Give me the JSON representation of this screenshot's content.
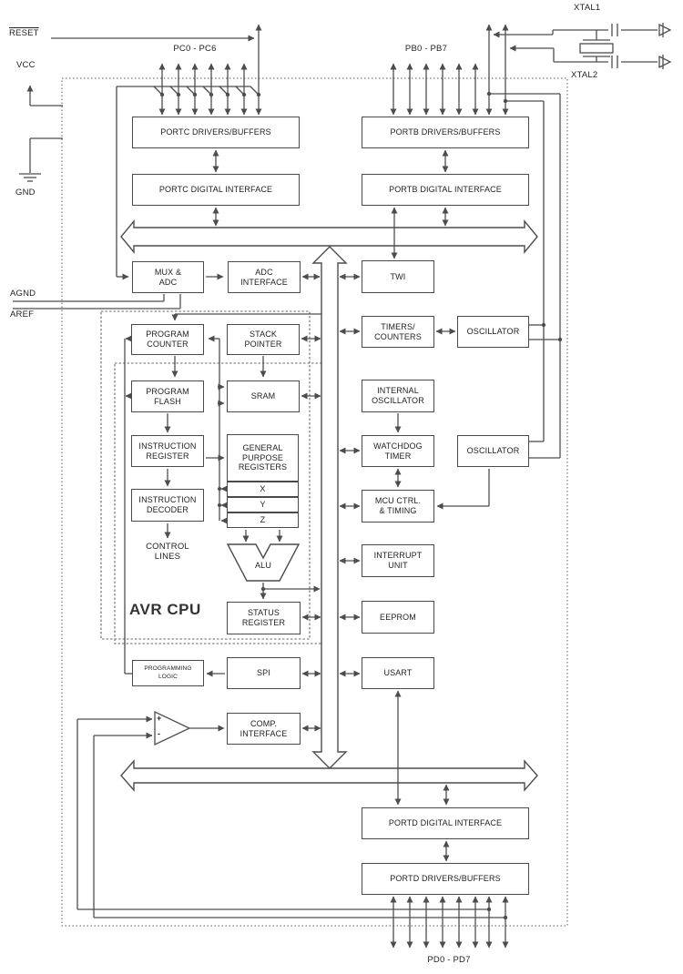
{
  "blocks": {
    "portc_drivers": "PORTC DRIVERS/BUFFERS",
    "portc_digital": "PORTC DIGITAL INTERFACE",
    "portb_drivers": "PORTB DRIVERS/BUFFERS",
    "portb_digital": "PORTB DIGITAL INTERFACE",
    "portd_digital": "PORTD DIGITAL INTERFACE",
    "portd_drivers": "PORTD DRIVERS/BUFFERS",
    "mux_adc": "MUX &\nADC",
    "adc_interface": "ADC\nINTERFACE",
    "twi": "TWI",
    "timers_counters": "TIMERS/\nCOUNTERS",
    "oscillator1": "OSCILLATOR",
    "internal_oscillator": "INTERNAL\nOSCILLATOR",
    "watchdog_timer": "WATCHDOG\nTIMER",
    "oscillator2": "OSCILLATOR",
    "mcu_ctrl_timing": "MCU CTRL.\n& TIMING",
    "interrupt_unit": "INTERRUPT\nUNIT",
    "eeprom": "EEPROM",
    "usart": "USART",
    "spi": "SPI",
    "programming_logic": "PROGRAMMING\nLOGIC",
    "comp_interface": "COMP.\nINTERFACE",
    "program_counter": "PROGRAM\nCOUNTER",
    "stack_pointer": "STACK\nPOINTER",
    "program_flash": "PROGRAM\nFLASH",
    "sram": "SRAM",
    "instruction_register": "INSTRUCTION\nREGISTER",
    "instruction_decoder": "INSTRUCTION\nDECODER",
    "gp_registers": "GENERAL\nPURPOSE\nREGISTERS",
    "alu": "ALU",
    "status_register": "STATUS\nREGISTER"
  },
  "registers": [
    "X",
    "Y",
    "Z"
  ],
  "labels": {
    "control_lines": "CONTROL\nLINES",
    "avr_cpu": "AVR CPU",
    "comparator_plus": "+",
    "comparator_minus": "-"
  },
  "pins": {
    "portc": "PC0 - PC6",
    "portb": "PB0 - PB7",
    "portd": "PD0 - PD7"
  },
  "external": {
    "reset": "RESET",
    "vcc": "VCC",
    "gnd": "GND",
    "agnd": "AGND",
    "aref": "AREF",
    "xtal1": "XTAL1",
    "xtal2": "XTAL2"
  },
  "colors": {
    "line": "#4d4d4d",
    "text": "#222222",
    "background": "#ffffff"
  }
}
